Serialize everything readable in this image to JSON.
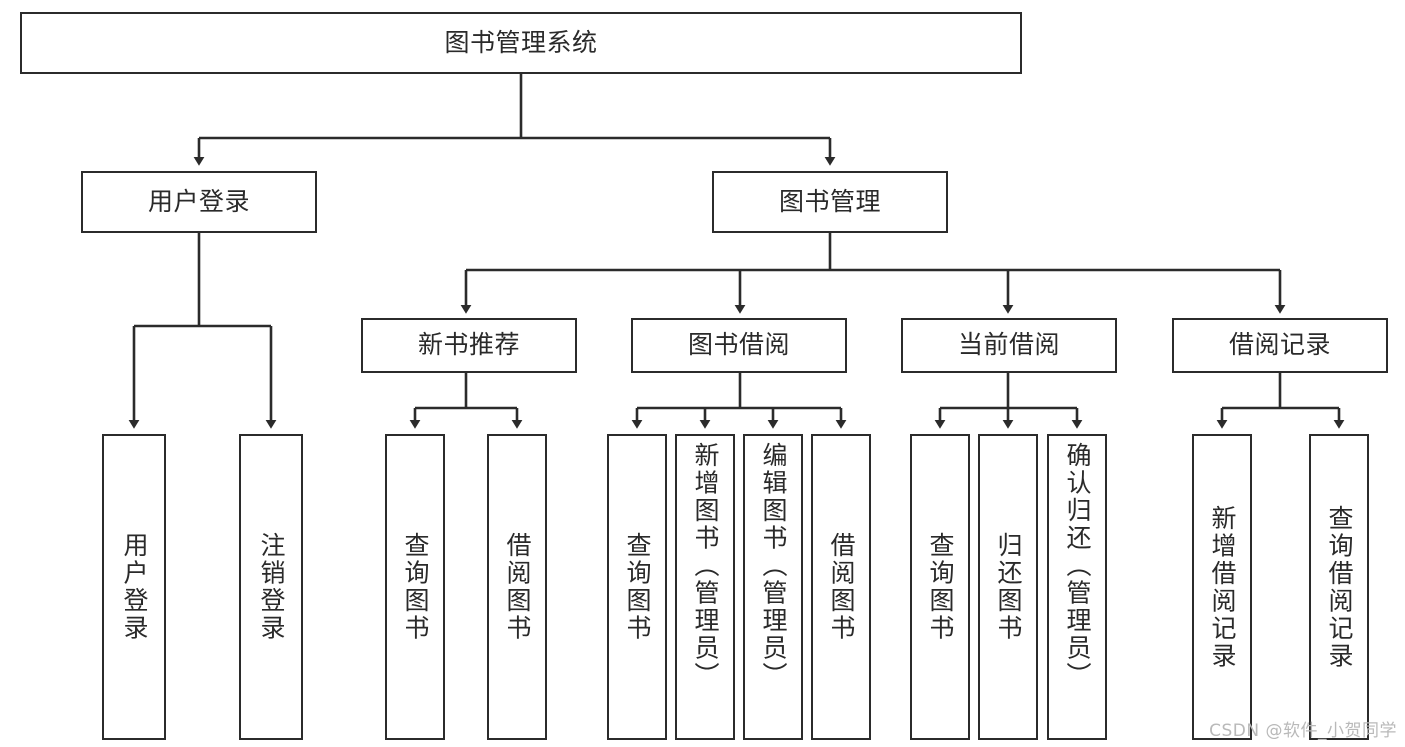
{
  "diagram": {
    "title": "图书管理系统",
    "type": "tree",
    "orientation": "top-down",
    "colors": {
      "box_border": "#2b2b2b",
      "box_fill": "#ffffff",
      "edge": "#2b2b2b",
      "text": "#2a2a2a",
      "watermark": "#b9b9b9",
      "background": "#ffffff"
    },
    "nodes": {
      "root": {
        "label": "图书管理系统"
      },
      "level2": [
        {
          "id": "user-login",
          "label": "用户登录"
        },
        {
          "id": "book-manage",
          "label": "图书管理"
        }
      ],
      "level3": [
        {
          "id": "new-book-recommend",
          "label": "新书推荐"
        },
        {
          "id": "book-borrow",
          "label": "图书借阅"
        },
        {
          "id": "current-borrow",
          "label": "当前借阅"
        },
        {
          "id": "borrow-record",
          "label": "借阅记录"
        }
      ],
      "leaves": {
        "user-login": [
          {
            "id": "leaf-user-login",
            "label": "用户登录"
          },
          {
            "id": "leaf-logout-login",
            "label": "注销登录"
          }
        ],
        "new-book-recommend": [
          {
            "id": "leaf-query-book-1",
            "label": "查询图书"
          },
          {
            "id": "leaf-borrow-book-1",
            "label": "借阅图书"
          }
        ],
        "book-borrow": [
          {
            "id": "leaf-query-book-2",
            "label": "查询图书"
          },
          {
            "id": "leaf-add-book",
            "label": "新增图书（管理员）"
          },
          {
            "id": "leaf-edit-book",
            "label": "编辑图书（管理员）"
          },
          {
            "id": "leaf-borrow-book-2",
            "label": "借阅图书"
          }
        ],
        "current-borrow": [
          {
            "id": "leaf-query-book-3",
            "label": "查询图书"
          },
          {
            "id": "leaf-return-book",
            "label": "归还图书"
          },
          {
            "id": "leaf-confirm-return",
            "label": "确认归还（管理员）"
          }
        ],
        "borrow-record": [
          {
            "id": "leaf-add-record",
            "label": "新增借阅记录"
          },
          {
            "id": "leaf-query-record",
            "label": "查询借阅记录"
          }
        ]
      }
    },
    "watermark": "CSDN @软件_小贺同学"
  }
}
